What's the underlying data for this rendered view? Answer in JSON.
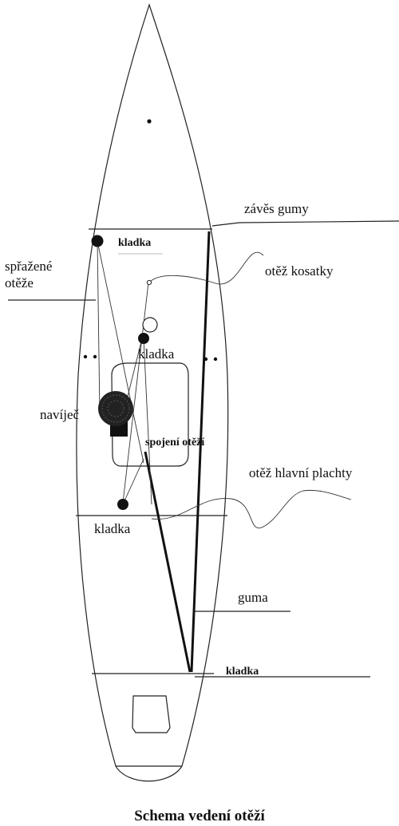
{
  "title": "Schema vedení otěží",
  "labels": {
    "zaves_gumy": "závěs gumy",
    "kladka_top": "kladka",
    "sprazene_oteze_1": "spřažené",
    "sprazene_oteze_2": "otěže",
    "otez_kosatky": "otěž kosatky",
    "kladka_mid": "kladka",
    "navijec": "navíječ",
    "spojeni_otezi": "spojení otěží",
    "otez_hlavni_plachty": "otěž hlavní plachty",
    "kladka_low": "kladka",
    "guma": "guma",
    "kladka_bottom": "kladka"
  },
  "colors": {
    "ink": "#111111",
    "background": "#ffffff"
  }
}
